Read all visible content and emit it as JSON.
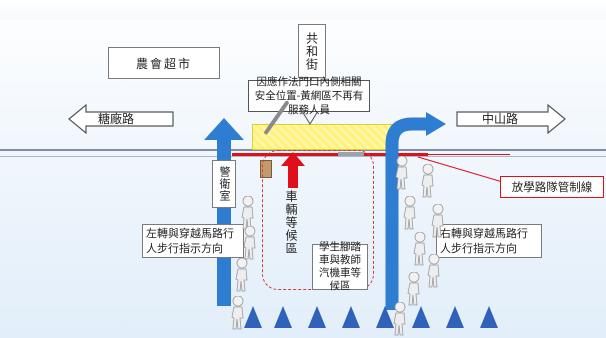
{
  "diagram": {
    "supermarket": "農會超市",
    "gongai_street": "共和街",
    "left_road": "糖廠路",
    "right_road": "中山路",
    "notice": "因應作法門口內側相關安全位置-黃網區不再有服務人員",
    "guard_room": "警衛室",
    "vehicle_zone": "車輛等候區",
    "pickup_zone": "學生腳踏車與教師汽機車等候區",
    "control_line_label": "放學路隊管制線",
    "left_instruction": "左轉與穿越馬路行人步行指示方向",
    "right_instruction": "右轉與穿越馬路行人步行指示方向",
    "colors": {
      "blue_arrow": "#2f7dd1",
      "red_line": "#e0101a",
      "yellow_zone": "#fff27a",
      "road": "#7f8fa6"
    },
    "icons": [
      "arrow-left-icon",
      "arrow-right-icon",
      "up-arrow-icon",
      "pedestrian-icon",
      "triangle-marker-icon"
    ]
  }
}
